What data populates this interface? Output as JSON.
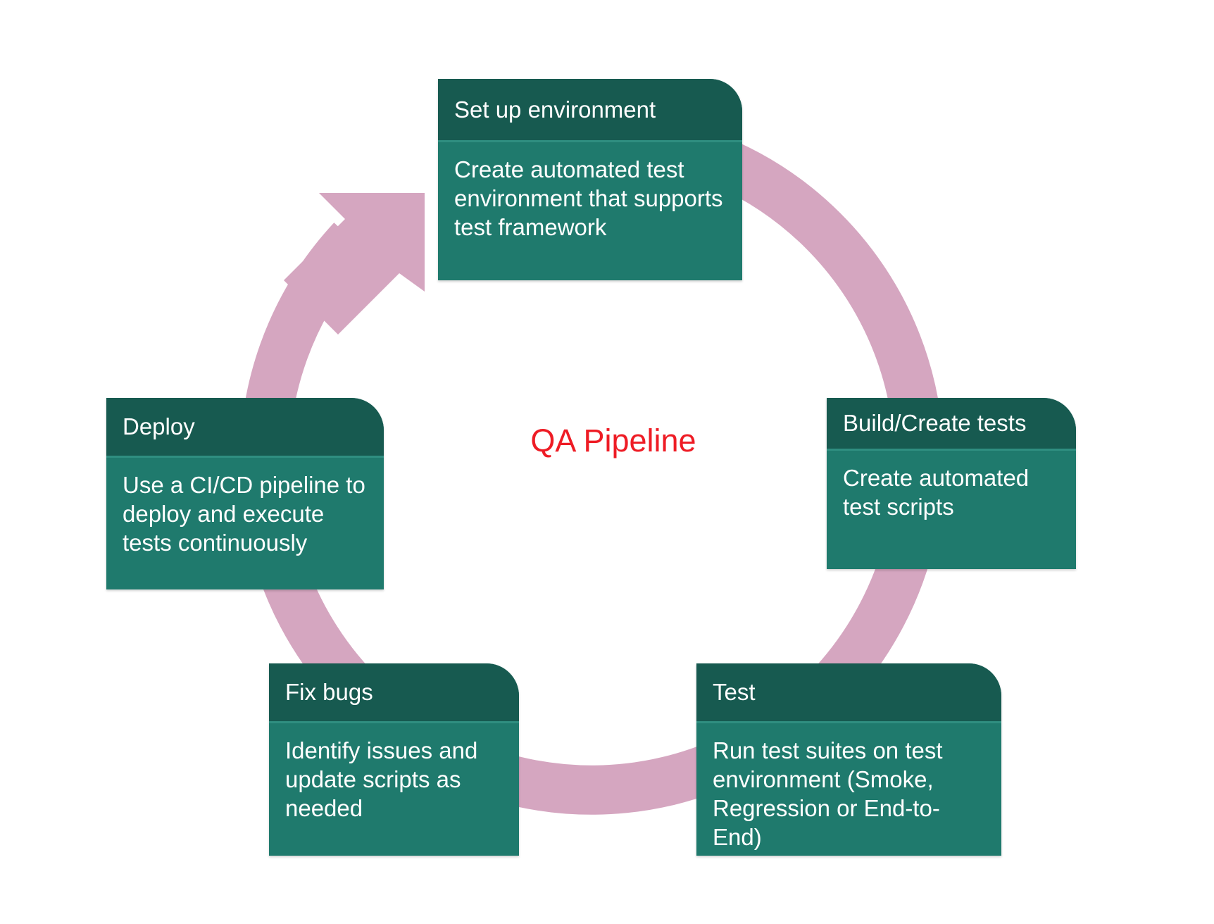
{
  "title": "QA Pipeline",
  "colors": {
    "ring": "#d5a6c0",
    "box_body": "#1f7a6d",
    "box_header": "#175a50",
    "title": "#ee1c25",
    "text": "#ffffff"
  },
  "steps": [
    {
      "id": "setup",
      "title": "Set up environment",
      "description": "Create automated test environment that supports test framework"
    },
    {
      "id": "build",
      "title": "Build/Create tests",
      "description": "Create automated test scripts"
    },
    {
      "id": "test",
      "title": "Test",
      "description": "Run test suites on test environment (Smoke, Regression or End-to-End)"
    },
    {
      "id": "fixbugs",
      "title": "Fix bugs",
      "description": "Identify issues and update scripts as needed"
    },
    {
      "id": "deploy",
      "title": "Deploy",
      "description": "Use a CI/CD pipeline to deploy and execute tests continuously"
    }
  ]
}
